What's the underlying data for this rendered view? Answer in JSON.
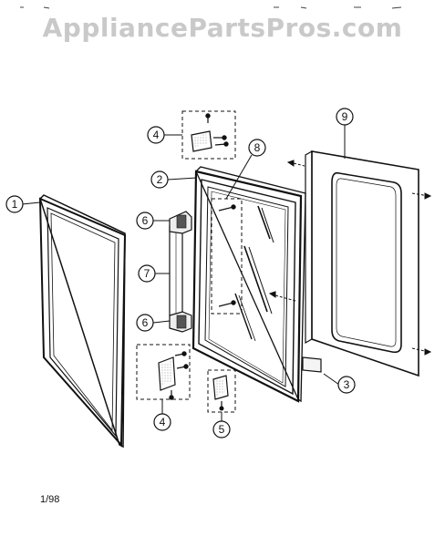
{
  "watermark": "AppliancePartsPros.com",
  "footer_code": "1/98",
  "callouts": {
    "c1": "1",
    "c2": "2",
    "c3": "3",
    "c4a": "4",
    "c4b": "4",
    "c5": "5",
    "c6a": "6",
    "c6b": "6",
    "c7": "7",
    "c8": "8",
    "c9": "9"
  }
}
